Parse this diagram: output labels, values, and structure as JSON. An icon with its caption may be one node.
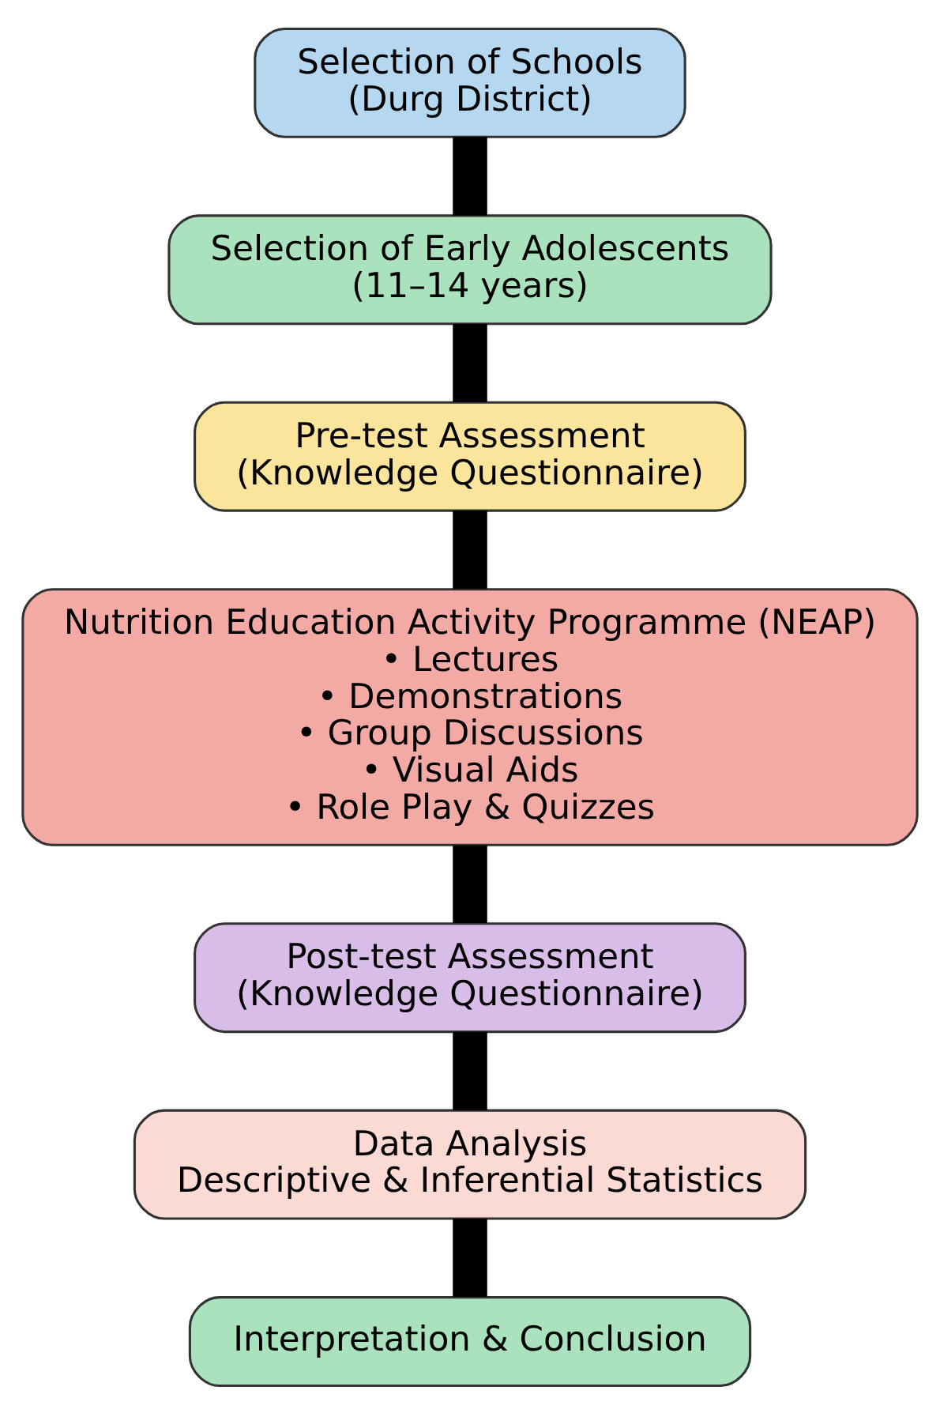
{
  "diagram": {
    "nodes": [
      {
        "text": [
          "Selection of Schools (Durg District)"
        ]
      },
      {
        "text": [
          "Selection of Early Adolescents (11–14 years)"
        ]
      },
      {
        "text": [
          "Pre-test Assessment (Knowledge Questionnaire)"
        ]
      },
      {
        "text": [
          "Nutrition Education Activity Programme (NEAP)",
          "• Lectures",
          "• Demonstrations",
          "• Group Discussions",
          "• Visual Aids",
          "• Role Play & Quizzes"
        ]
      },
      {
        "text": [
          "Post-test Assessment (Knowledge Questionnaire)"
        ]
      },
      {
        "text": [
          "Data Analysis Descriptive & Inferential Statistics"
        ]
      },
      {
        "text": [
          "Interpretation & Conclusion"
        ]
      }
    ],
    "edges": [
      {
        "from": 0,
        "to": 1,
        "arrow": "none"
      },
      {
        "from": 1,
        "to": 2,
        "arrow": "none"
      },
      {
        "from": 2,
        "to": 3,
        "arrow": "none"
      },
      {
        "from": 3,
        "to": 4,
        "arrow": "none"
      },
      {
        "from": 4,
        "to": 5,
        "arrow": "none"
      },
      {
        "from": 5,
        "to": 6,
        "arrow": "none"
      }
    ]
  }
}
